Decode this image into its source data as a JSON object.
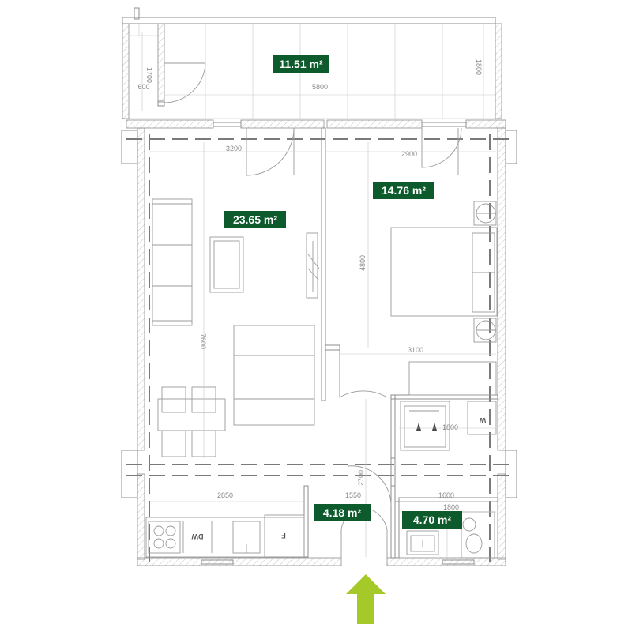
{
  "rooms": {
    "balcony": {
      "area": "11.51 m²"
    },
    "living": {
      "area": "23.65 m²"
    },
    "bedroom": {
      "area": "14.76 m²"
    },
    "hall": {
      "area": "4.18 m²"
    },
    "bathroom": {
      "area": "4.70 m²"
    }
  },
  "dimensions": {
    "balcony_height_left": "1700",
    "balcony_door_width": "600",
    "balcony_width": "5800",
    "balcony_height_right": "1800",
    "living_width": "3200",
    "bedroom_width": "2900",
    "bedroom_depth": "4800",
    "living_depth": "7600",
    "bedroom_lower_width": "3100",
    "closet_width": "1800",
    "hall_depth": "2700",
    "kitchen_width": "2850",
    "hall_width": "1550",
    "bath_width_upper": "1600",
    "bath_width_lower": "1800"
  },
  "appliances": {
    "dishwasher": "DW",
    "fridge": "F",
    "washer": "W"
  },
  "colors": {
    "area_badge": "#0d5a2c",
    "entry_arrow": "#a6c92a",
    "walls": "#8c8c8c"
  },
  "icons": {
    "entry": "entry-arrow-icon"
  }
}
